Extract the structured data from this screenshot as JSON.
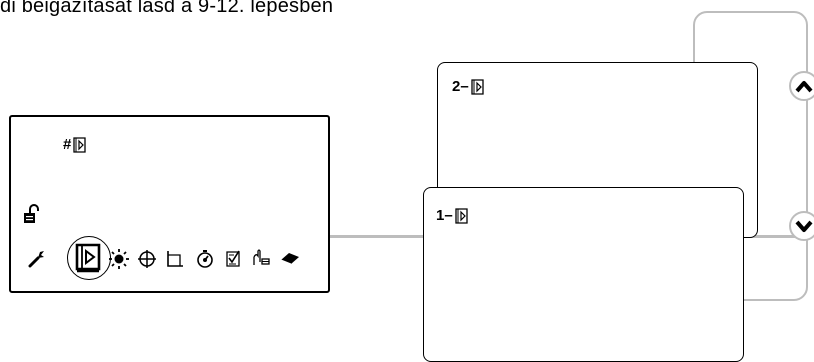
{
  "caption": "di beigazítását lásd a 9-12. lépésben",
  "device": {
    "label": "#"
  },
  "cards": [
    {
      "label": "2–"
    },
    {
      "label": "1–"
    }
  ],
  "icons": {
    "lock": "unlocked-padlock-icon",
    "toolbar": [
      "wrench-icon",
      "mode-icon",
      "sun-icon",
      "target-icon",
      "corner-icon",
      "timer-icon",
      "checklist-icon",
      "hand-icon",
      "eraser-icon"
    ],
    "card": "mode-icon",
    "scroll_up": "chevron-up-icon",
    "scroll_down": "chevron-down-icon"
  },
  "colors": {
    "frame": "#000000",
    "connector": "#bdbdbd"
  }
}
